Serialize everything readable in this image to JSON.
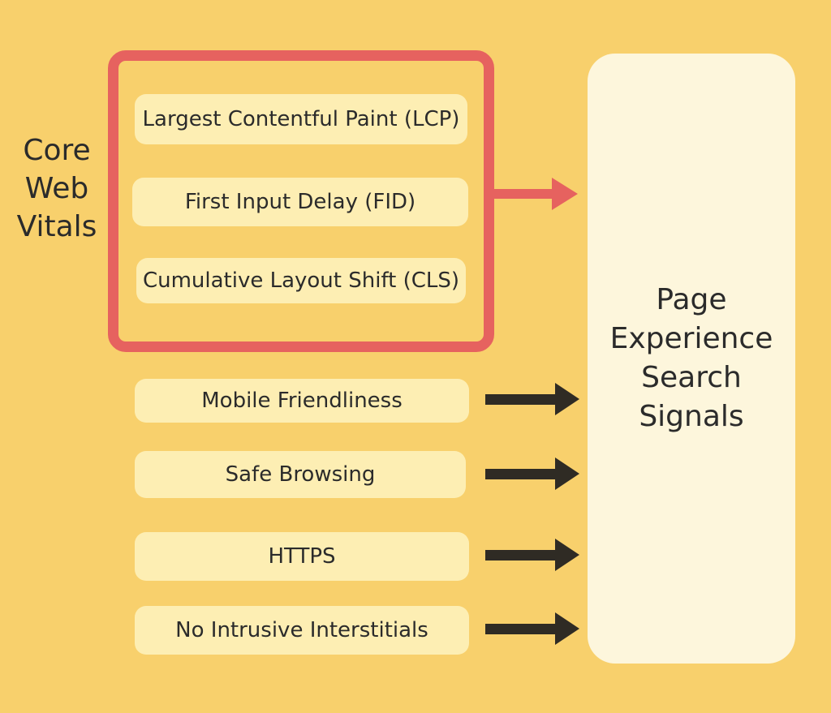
{
  "group_label_lines": [
    "Core",
    "Web",
    "Vitals"
  ],
  "core_web_vitals": [
    "Largest Contentful Paint (LCP)",
    "First Input Delay (FID)",
    "Cumulative Layout Shift (CLS)"
  ],
  "other_signals": [
    "Mobile Friendliness",
    "Safe Browsing",
    "HTTPS",
    "No Intrusive Interstitials"
  ],
  "target_label_lines": [
    "Page",
    "Experience",
    "Search",
    "Signals"
  ],
  "colors": {
    "background": "#f8d06c",
    "pill": "#fdeeb3",
    "target_box": "#fdf6dc",
    "group_border": "#e6625f",
    "red_arrow": "#e6625f",
    "dark_arrow": "#2f2b24",
    "text": "#2b2b2b"
  }
}
